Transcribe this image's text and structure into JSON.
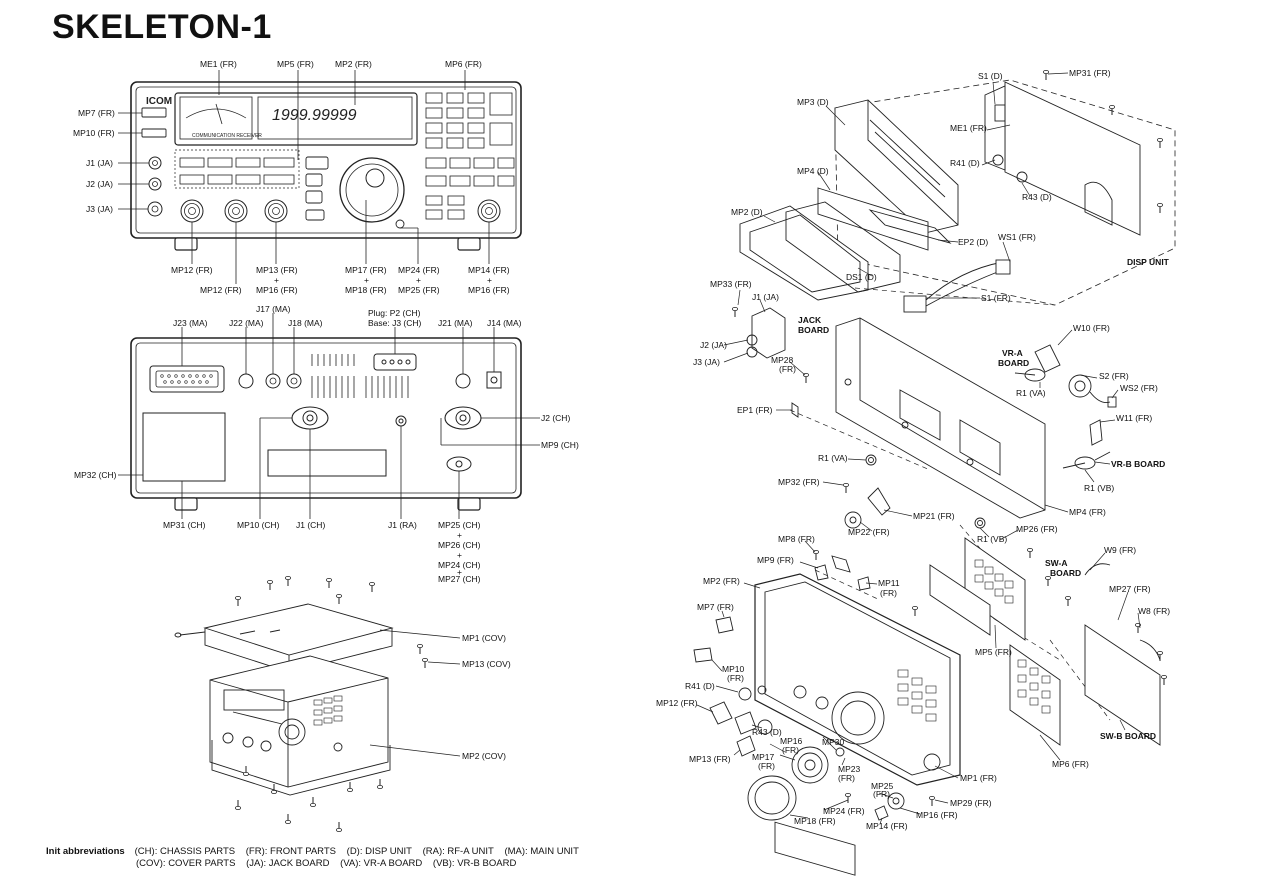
{
  "title": "SKELETON-1",
  "front_panel": {
    "brand": "ICOM",
    "model_text": "COMMUNICATION RECEIVER",
    "freq_display": "1999.99999",
    "labels": {
      "me1": "ME1 (FR)",
      "mp5": "MP5 (FR)",
      "mp2": "MP2 (FR)",
      "mp6": "MP6 (FR)",
      "mp7": "MP7 (FR)",
      "mp10": "MP10 (FR)",
      "j1": "J1 (JA)",
      "j2": "J2 (JA)",
      "j3": "J3 (JA)",
      "mp12a": "MP12 (FR)",
      "mp12b": "MP12 (FR)",
      "mp13": "MP13 (FR)",
      "mp13_plus": "+",
      "mp16": "MP16 (FR)",
      "mp17": "MP17 (FR)",
      "mp17_plus": "+",
      "mp18": "MP18 (FR)",
      "mp24": "MP24 (FR)",
      "mp24_plus": "+",
      "mp25": "MP25 (FR)",
      "mp14": "MP14 (FR)",
      "mp14_plus": "+",
      "mp16b": "MP16 (FR)"
    }
  },
  "rear_panel": {
    "labels": {
      "j17": "J17 (MA)",
      "j23": "J23 (MA)",
      "j22": "J22 (MA)",
      "j18": "J18 (MA)",
      "plug": "Plug: P2 (CH)",
      "base": "Base: J3 (CH)",
      "j21": "J21 (MA)",
      "j14": "J14 (MA)",
      "j2": "J2 (CH)",
      "mp9": "MP9 (CH)",
      "mp32": "MP32 (CH)",
      "mp31": "MP31 (CH)",
      "mp10": "MP10 (CH)",
      "j1": "J1 (CH)",
      "j1ra": "J1 (RA)",
      "mp25": "MP25 (CH)",
      "p1": "+",
      "mp26": "MP26 (CH)",
      "p2": "+",
      "mp24": "MP24 (CH)",
      "p3": "+",
      "mp27": "MP27 (CH)"
    }
  },
  "cover": {
    "labels": {
      "mp1": "MP1 (COV)",
      "mp13": "MP13 (COV)",
      "mp2": "MP2 (COV)"
    }
  },
  "exploded": {
    "labels": {
      "s1d": "S1 (D)",
      "mp31": "MP31 (FR)",
      "mp3": "MP3 (D)",
      "me1": "ME1 (FR)",
      "r41": "R41 (D)",
      "r43": "R43 (D)",
      "mp4d": "MP4 (D)",
      "mp2d": "MP2 (D)",
      "ep2": "EP2 (D)",
      "ws1": "WS1 (FR)",
      "ds1": "DS1 (D)",
      "disp_unit": "DISP UNIT",
      "s1fr": "S1 (FR)",
      "mp33": "MP33 (FR)",
      "j1ja": "J1 (JA)",
      "jack_board": "JACK",
      "jack_board2": "BOARD",
      "j2ja": "J2 (JA)",
      "j3ja": "J3 (JA)",
      "mp28": "MP28",
      "mp28b": "(FR)",
      "w10": "W10 (FR)",
      "vra": "VR-A",
      "vra2": "BOARD",
      "s2": "S2 (FR)",
      "ws2": "WS2 (FR)",
      "r1va": "R1 (VA)",
      "w11": "W11 (FR)",
      "ep1": "EP1 (FR)",
      "r1va2": "R1 (VA)",
      "vrb": "VR-B BOARD",
      "r1vb": "R1 (VB)",
      "mp32": "MP32 (FR)",
      "mp21": "MP21 (FR)",
      "mp4fr": "MP4 (FR)",
      "mp22": "MP22 (FR)",
      "r1vb2": "R1 (VB)",
      "mp26": "MP26 (FR)",
      "mp8": "MP8 (FR)",
      "w9": "W9 (FR)",
      "mp9": "MP9 (FR)",
      "swa": "SW-A",
      "swa2": "BOARD",
      "mp11": "MP11",
      "mp11b": "(FR)",
      "mp2fr": "MP2 (FR)",
      "mp27": "MP27 (FR)",
      "w8": "W8 (FR)",
      "mp7": "MP7 (FR)",
      "mp5": "MP5 (FR)",
      "mp10": "MP10",
      "mp10b": "(FR)",
      "r41d": "R41 (D)",
      "mp12": "MP12 (FR)",
      "r43d": "R43 (D)",
      "mp16": "MP16",
      "mp16b": "(FR)",
      "mp30": "MP30",
      "mp13": "MP13 (FR)",
      "mp17": "MP17",
      "mp17b": "(FR)",
      "mp23": "MP23",
      "mp23b": "(FR)",
      "swb": "SW-B BOARD",
      "mp6": "MP6 (FR)",
      "mp1": "MP1 (FR)",
      "mp25": "MP25",
      "mp25b": "(FR)",
      "mp29": "MP29 (FR)",
      "mp24": "MP24 (FR)",
      "mp16c": "MP16 (FR)",
      "mp18": "MP18 (FR)",
      "mp14": "MP14 (FR)"
    }
  },
  "legend": {
    "header": "Init abbreviations",
    "row1": [
      "(CH): CHASSIS PARTS",
      "(FR): FRONT PARTS",
      "(D): DISP UNIT",
      "(RA): RF-A UNIT",
      "(MA): MAIN UNIT"
    ],
    "row2": [
      "(COV): COVER PARTS",
      "(JA): JACK BOARD",
      "(VA): VR-A BOARD",
      "(VB): VR-B BOARD"
    ]
  }
}
